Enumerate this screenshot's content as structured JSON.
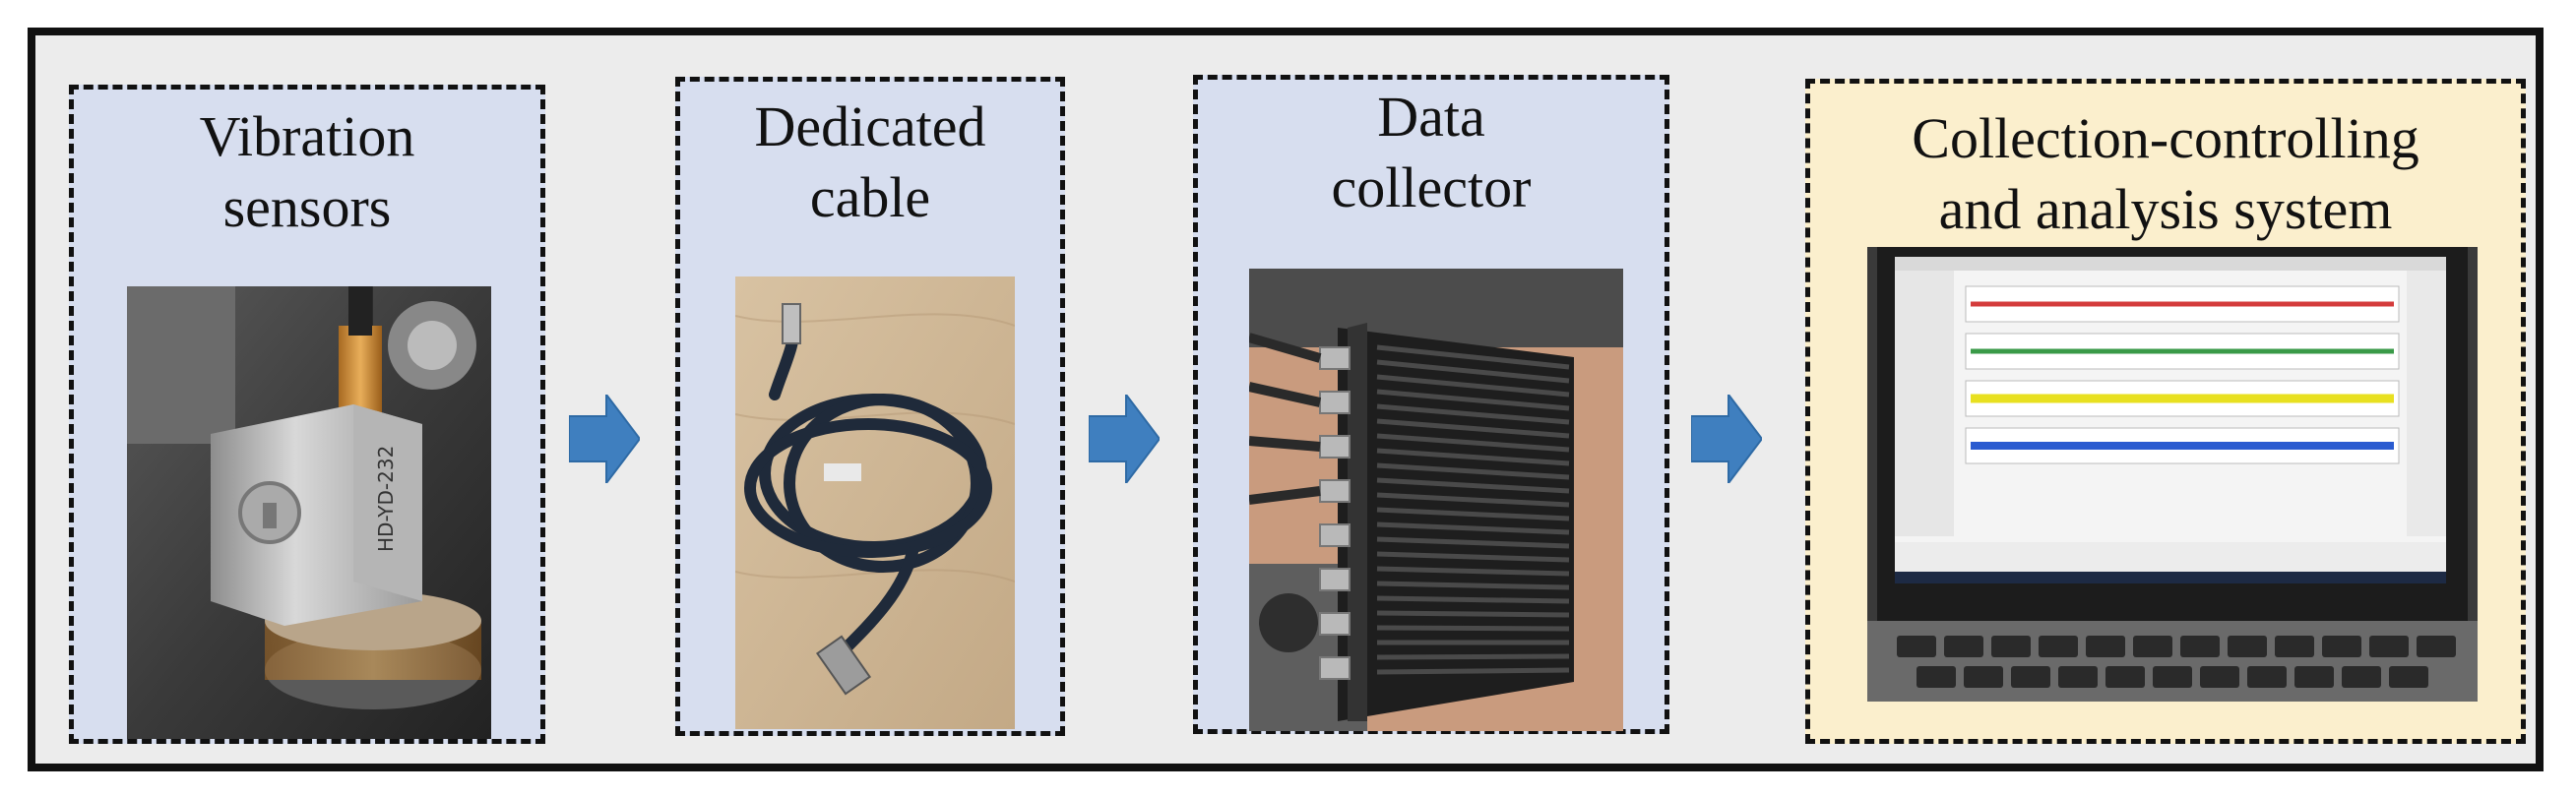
{
  "stages": [
    {
      "id": "vibration-sensors",
      "title": "Vibration\nsensors",
      "background": "#d7deef"
    },
    {
      "id": "dedicated-cable",
      "title": "Dedicated\ncable",
      "background": "#d7deef"
    },
    {
      "id": "data-collector",
      "title": "Data\ncollector",
      "background": "#d7deef"
    },
    {
      "id": "analysis-system",
      "title": "Collection-controlling\nand analysis system",
      "background": "#fbefcd"
    }
  ],
  "photos": {
    "sensor_marking": "HD-YD-232"
  },
  "arrow_color": "#3f7fbf",
  "signal_colors": [
    "#d43c3c",
    "#3a9a48",
    "#e8e020",
    "#2a5bd0"
  ]
}
